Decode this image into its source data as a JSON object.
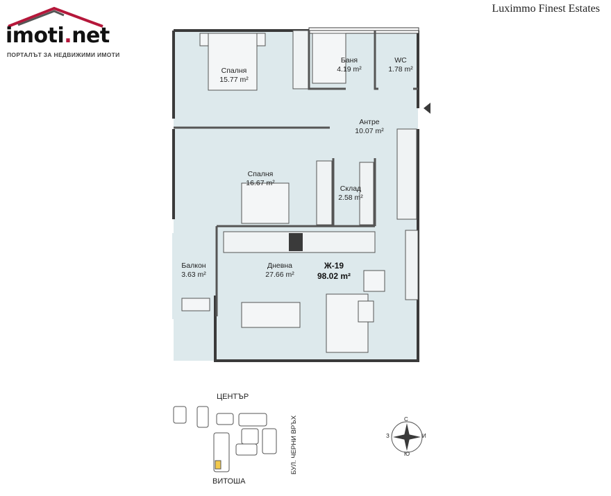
{
  "logo": {
    "name_main": "imoti",
    "name_dot": ".",
    "name_tld": "net",
    "tagline": "ПОРТАЛЪТ ЗА НЕДВИЖИМИ ИМОТИ",
    "brand_color": "#b5173a"
  },
  "agency": "Luximmo Finest Estates",
  "apartment": {
    "id": "Ж-19",
    "total_area": "98.02 m²"
  },
  "rooms": [
    {
      "name": "Спалня",
      "area": "15.77 m²"
    },
    {
      "name": "Баня",
      "area": "4.19 m²"
    },
    {
      "name": "WC",
      "area": "1.78 m²"
    },
    {
      "name": "Антре",
      "area": "10.07 m²"
    },
    {
      "name": "Спалня",
      "area": "16.67 m²"
    },
    {
      "name": "Склад",
      "area": "2.58 m²"
    },
    {
      "name": "Балкон",
      "area": "3.63 m²"
    },
    {
      "name": "Дневна",
      "area": "27.66 m²"
    }
  ],
  "site_plan": {
    "north_label": "ЦЕНТЪР",
    "south_label": "ВИТОША",
    "street_label": "БУЛ. ЧЕРНИ ВРЪХ",
    "highlight_color": "#f2c94c"
  },
  "compass": {
    "n": "С",
    "s": "Ю",
    "e": "И",
    "w": "З"
  },
  "colors": {
    "floor": "#dde9ec",
    "wall": "#3a3a3a"
  }
}
